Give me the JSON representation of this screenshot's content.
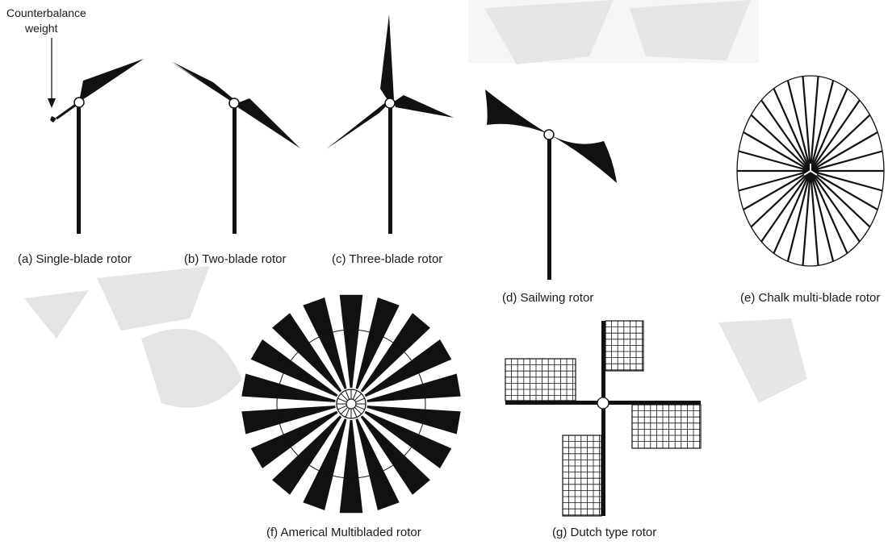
{
  "annotation": {
    "line1": "Counterbalance",
    "line2": "weight"
  },
  "captions": {
    "a": "(a) Single-blade rotor",
    "b": "(b) Two-blade rotor",
    "c": "(c) Three-blade rotor",
    "d": "(d) Sailwing rotor",
    "e": "(e) Chalk multi-blade rotor",
    "f": "(f) Americal Multibladed rotor",
    "g": "(g) Dutch type rotor"
  },
  "colors": {
    "ink": "#111111",
    "background": "#ffffff",
    "watermark": "#d9d9d9"
  },
  "rotors": {
    "chalk_spoke_count": 30,
    "american_blade_count": 18,
    "american_hub_segments": 16
  }
}
